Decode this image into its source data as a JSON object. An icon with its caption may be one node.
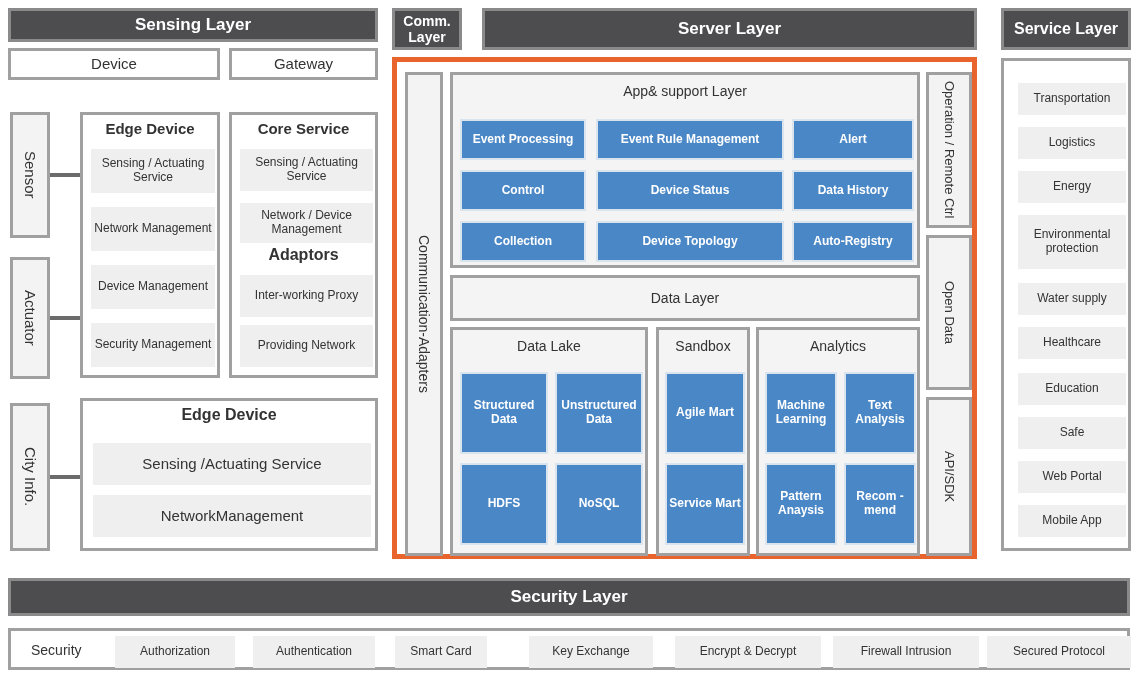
{
  "diagram": {
    "nodes": [
      {
        "text": [
          "Sensing Layer"
        ]
      },
      {
        "text": [
          "Device"
        ]
      },
      {
        "text": [
          "Gateway"
        ]
      },
      {
        "text": [
          "Sensor"
        ]
      },
      {
        "text": [
          "Actuator"
        ]
      },
      {
        "text": [
          "Edge Device"
        ]
      },
      {
        "text": [
          "Sensing / Actuating Service"
        ],
        "in": 5
      },
      {
        "text": [
          "Network Management"
        ],
        "in": 5
      },
      {
        "text": [
          "Device Management"
        ],
        "in": 5
      },
      {
        "text": [
          "Security Management"
        ],
        "in": 5
      },
      {
        "text": [
          "Core Service",
          "Adaptors"
        ]
      },
      {
        "text": [
          "Sensing / Actuating Service"
        ],
        "in": 10
      },
      {
        "text": [
          "Network / Device Management"
        ],
        "in": 10
      },
      {
        "text": [
          "Inter-working Proxy"
        ],
        "in": 10
      },
      {
        "text": [
          "Providing Network"
        ],
        "in": 10
      },
      {
        "text": [
          "City Info."
        ]
      },
      {
        "text": [
          "Edge Device"
        ]
      },
      {
        "text": [
          "Sensing /Actuating Service"
        ],
        "in": 16
      },
      {
        "text": [
          "NetworkManagement"
        ],
        "in": 16
      },
      {
        "text": [
          "Comm. Layer"
        ]
      },
      {
        "text": [
          "Server Layer"
        ]
      },
      {
        "text": [],
        "shape": "box"
      },
      {
        "text": [
          "Communication-Adapters"
        ],
        "in": 21
      },
      {
        "text": [
          "App& support Layer"
        ],
        "in": 21
      },
      {
        "text": [
          "Event Processing"
        ],
        "in": 23
      },
      {
        "text": [
          "Event Rule Management"
        ],
        "in": 23
      },
      {
        "text": [
          "Alert"
        ],
        "in": 23
      },
      {
        "text": [
          "Control"
        ],
        "in": 23
      },
      {
        "text": [
          "Device Status"
        ],
        "in": 23
      },
      {
        "text": [
          "Data History"
        ],
        "in": 23
      },
      {
        "text": [
          "Collection"
        ],
        "in": 23
      },
      {
        "text": [
          "Device Topology"
        ],
        "in": 23
      },
      {
        "text": [
          "Auto-Registry"
        ],
        "in": 23
      },
      {
        "text": [
          "Data Layer"
        ],
        "in": 21
      },
      {
        "text": [
          "Data Lake"
        ],
        "in": 21
      },
      {
        "text": [
          "Structured Data"
        ],
        "in": 34
      },
      {
        "text": [
          "Unstructured Data"
        ],
        "in": 34
      },
      {
        "text": [
          "HDFS"
        ],
        "in": 34
      },
      {
        "text": [
          "NoSQL"
        ],
        "in": 34
      },
      {
        "text": [
          "Sandbox"
        ],
        "in": 21
      },
      {
        "text": [
          "Agile Mart"
        ],
        "in": 39
      },
      {
        "text": [
          "Service Mart"
        ],
        "in": 39
      },
      {
        "text": [
          "Analytics"
        ],
        "in": 21
      },
      {
        "text": [
          "Machine Learning"
        ],
        "in": 42
      },
      {
        "text": [
          "Text Analysis"
        ],
        "in": 42
      },
      {
        "text": [
          "Pattern Anaysis"
        ],
        "in": 42
      },
      {
        "text": [
          "Recom -mend"
        ],
        "in": 42
      },
      {
        "text": [
          "Operation / Remote Ctrl"
        ],
        "in": 21
      },
      {
        "text": [
          "Open Data"
        ],
        "in": 21
      },
      {
        "text": [
          "API/SDK"
        ],
        "in": 21
      },
      {
        "text": [
          "Service Layer"
        ]
      },
      {
        "text": [],
        "shape": "box"
      },
      {
        "text": [
          "Transportation"
        ],
        "in": 51
      },
      {
        "text": [
          "Logistics"
        ],
        "in": 51
      },
      {
        "text": [
          "Energy"
        ],
        "in": 51
      },
      {
        "text": [
          "Environmental protection"
        ],
        "in": 51
      },
      {
        "text": [
          "Water supply"
        ],
        "in": 51
      },
      {
        "text": [
          "Healthcare"
        ],
        "in": 51
      },
      {
        "text": [
          "Education"
        ],
        "in": 51
      },
      {
        "text": [
          "Safe"
        ],
        "in": 51
      },
      {
        "text": [
          "Web Portal"
        ],
        "in": 51
      },
      {
        "text": [
          "Mobile App"
        ],
        "in": 51
      },
      {
        "text": [
          "Security Layer"
        ]
      },
      {
        "text": [
          "Security"
        ]
      },
      {
        "text": [
          "Authorization"
        ],
        "in": 63
      },
      {
        "text": [
          "Authentication"
        ],
        "in": 63
      },
      {
        "text": [
          "Smart Card"
        ],
        "in": 63
      },
      {
        "text": [
          "Key Exchange"
        ],
        "in": 63
      },
      {
        "text": [
          "Encrypt & Decrypt"
        ],
        "in": 63
      },
      {
        "text": [
          "Firewall Intrusion"
        ],
        "in": 63
      },
      {
        "text": [
          "Secured Protocol"
        ],
        "in": 63
      }
    ],
    "edges": [
      {
        "from": 3,
        "to": 5,
        "arrow": "none"
      },
      {
        "from": 4,
        "to": 5,
        "arrow": "none"
      },
      {
        "from": 15,
        "to": 16,
        "arrow": "none"
      }
    ]
  }
}
